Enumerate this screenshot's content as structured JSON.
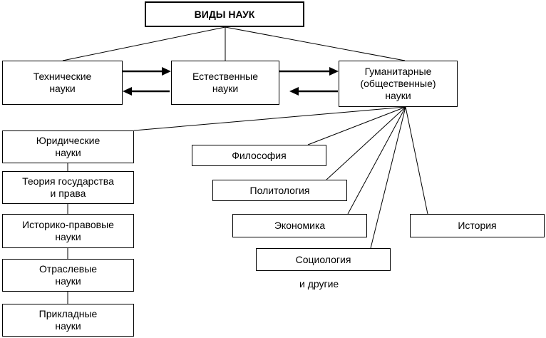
{
  "diagram": {
    "title": "ВИДЫ НАУК",
    "main_categories": {
      "technical": "Технические\nнауки",
      "natural": "Естественные\nнауки",
      "humanitarian": "Гуманитарные\n(общественные)\nнауки"
    },
    "legal_sciences": [
      "Юридические\nнауки",
      "Теория государства\nи права",
      "Историко-правовые\nнауки",
      "Отраслевые\nнауки",
      "Прикладные\nнауки"
    ],
    "humanities": {
      "philosophy": "Философия",
      "political_science": "Политология",
      "economics": "Экономика",
      "history": "История",
      "sociology": "Социология",
      "others": "и другие"
    }
  },
  "colors": {
    "stroke": "#000000",
    "background": "#ffffff"
  }
}
